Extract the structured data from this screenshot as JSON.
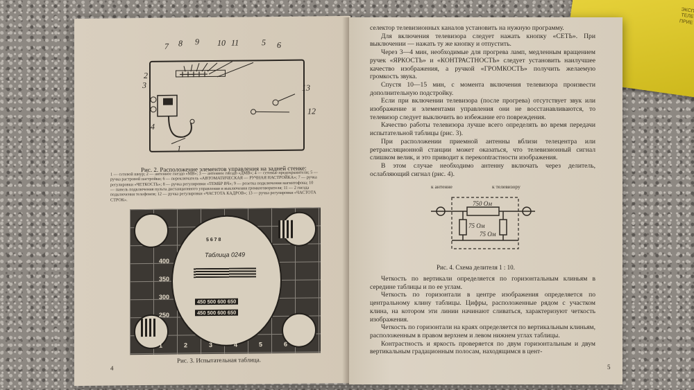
{
  "yellow_booklet": {
    "cover_text": [
      "ЭКСП",
      "ТЕЛЕ",
      "ПРИЕ"
    ]
  },
  "left_page": {
    "callouts": [
      "7",
      "8",
      "9",
      "10",
      "11",
      "5",
      "6",
      "2",
      "3",
      "13",
      "12",
      "4",
      "1"
    ],
    "fig2_caption": "Рис. 2. Расположение элементов управления на задней стенке:",
    "fig2_legend": "1 — сетевой шнур; 2 — антенное гнездо «МВ»; 3 — антенное гнездо «ДМВ»; 4 — сетевые предохранители; 5 — ручка растровой настройки; 6 — переключатель «АВТОМАТИЧЕСКАЯ — РУЧНАЯ НАСТРОЙКА»; 7 — ручка регулировки «ЧЕТКОСТЬ»; 8 — ручка регулировки «ТЕМБР ВЧ»; 9 — розетка подключения магнитофона; 10 — панель подключения пульта дистанционного управления и выключения громкоговорителя; 11 — 2 гнезда подключения телефонов; 12 — ручка регулировки «ЧАСТОТА КАДРОВ»; 13 — ручка регулировки «ЧАСТОТА СТРОК».",
    "fig3_caption": "Рис. 3. Испытательная таблица.",
    "test_pattern": {
      "title": "Таблица 0249",
      "numbers_top": "5 6 7 8",
      "left_column": [
        "400",
        "350",
        "300",
        "250"
      ],
      "center_row_1": "450 500 600 650",
      "center_row_2": "450 500 600 650",
      "bottom_numbers": [
        "1",
        "2",
        "3",
        "4",
        "5",
        "6"
      ]
    },
    "page_number": "4"
  },
  "right_page": {
    "paragraphs": [
      "селектор телевизионных каналов установить на нужную программу.",
      "Для включения телевизора следует нажать кнопку «СЕТЬ». При выключении — нажать ту же кнопку и отпустить.",
      "Через 3—4 мин, необходимые для прогрева ламп, медленным вращением ручек «ЯРКОСТЬ» и «КОНТРАСТНОСТЬ» следует установить наилучшее качество изображения, а ручкой «ГРОМКОСТЬ» получить желаемую громкость звука.",
      "Спустя 10—15 мин, с момента включения телевизора произвести дополнительную подстройку.",
      "Если при включении телевизора (после прогрева) отсутствует звук или изображение и элементами управления они не восстанавливаются, то телевизор следует выключить во избежание его повреждения.",
      "Качество работы телевизора лучше всего определять во время передачи испытательной таблицы (рис. 3).",
      "При расположении приемной антенны вблизи телецентра или ретрансляционной станции может оказаться, что телевизионный сигнал слишком велик, и это приводит к перекontrастности изображения.",
      "В этом случае необходимо антенну включать через делитель, ослабляющий сигнал (рис. 4)."
    ],
    "circuit": {
      "label_antenna": "к антенне",
      "label_tv": "к телевизору",
      "r1": "750 Ом",
      "r2": "75 Ом",
      "r3": "75 Ом"
    },
    "fig4_caption": "Рис. 4. Схема делителя 1 : 10.",
    "paragraphs_after": [
      "Четкость по вертикали определяется по горизонтальным клиньям в середине таблицы и по ее углам.",
      "Четкость по горизонтали в центре изображения определяется по центральному клину таблицы. Цифры, расположенные рядом с участком клина, на котором эти линии начинают сливаться, характеризуют четкость изображения.",
      "Четкость по горизонтали на краях определяется по вертикальным клиньям, расположенным в правом верхнем и левом нижнем углах таблицы.",
      "Контрастность и яркость проверяется по двум горизонтальным и двум вертикальным градационным полосам, находящимся в цент-"
    ],
    "page_number": "5"
  }
}
